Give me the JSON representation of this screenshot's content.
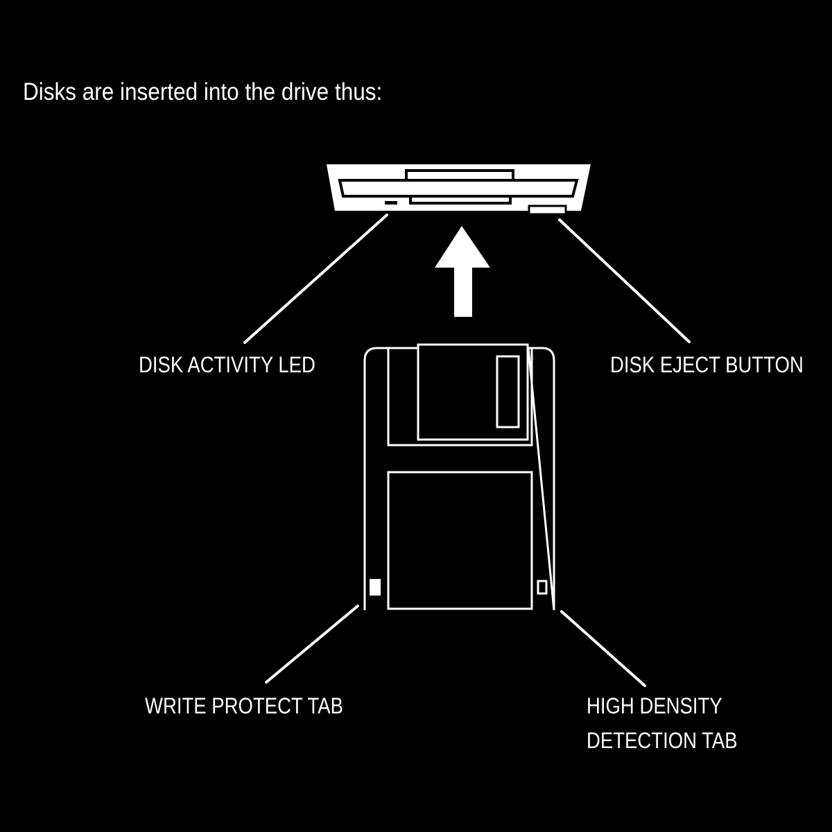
{
  "title": "Disks are inserted into the drive thus:",
  "labels": {
    "disk_activity_led": "DISK ACTIVITY LED",
    "disk_eject_button": "DISK EJECT BUTTON",
    "write_protect_tab": "WRITE PROTECT TAB",
    "high_density_line1": "HIGH DENSITY",
    "high_density_line2": "DETECTION TAB"
  },
  "colors": {
    "background": "#000000",
    "foreground": "#ffffff"
  }
}
